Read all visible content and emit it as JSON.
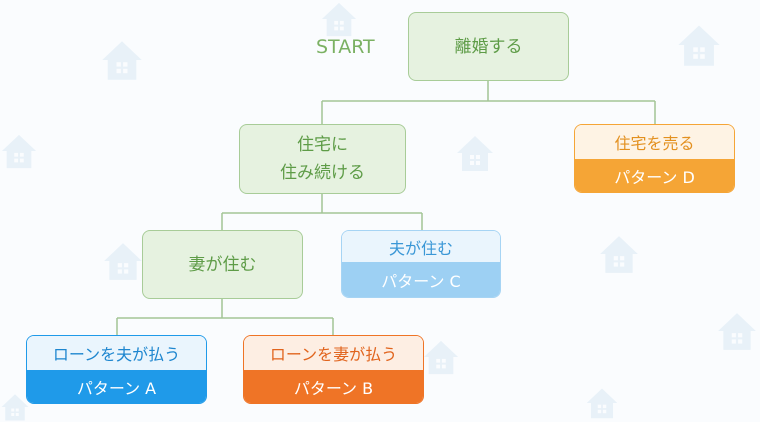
{
  "start_label": "START",
  "nodes": {
    "divorce": "離婚する",
    "stay_line1": "住宅に",
    "stay_line2": "住み続ける",
    "wife_lives": "妻が住む",
    "husband_lives": "夫が住む",
    "pattern_c": "パターン C",
    "sell": "住宅を売る",
    "pattern_d": "パターン D",
    "loan_husband": "ローンを夫が払う",
    "pattern_a": "パターン A",
    "loan_wife": "ローンを妻が払う",
    "pattern_b": "パターン B"
  },
  "colors": {
    "green": "#e6f2e0",
    "blue": "#1f9ae9",
    "light_blue": "#9dd0f3",
    "orange": "#ef7426",
    "amber": "#f5a536"
  },
  "background_icon": "house-icon"
}
